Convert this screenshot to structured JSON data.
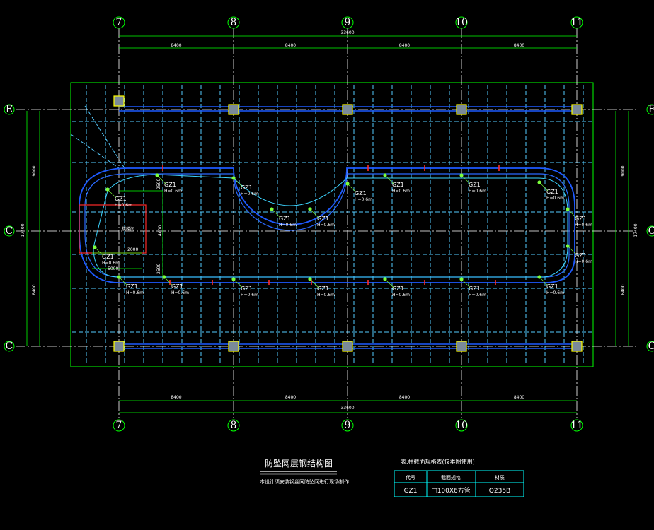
{
  "drawing": {
    "title": "防坠网层钢结构图",
    "note": "本设计须安装钢丝网防坠网进行现场制作",
    "total_dim": "33600",
    "bay_dim": "8400"
  },
  "axes_x": [
    "7",
    "8",
    "9",
    "10",
    "11"
  ],
  "axes_y": [
    "E",
    "C",
    "C"
  ],
  "left_dims": {
    "total": "17400",
    "top": "9000",
    "bottom": "8400"
  },
  "right_dims": {
    "total": "17400",
    "top": "9000",
    "bottom": "8400"
  },
  "inset_dims": {
    "a": "2500",
    "b": "4000",
    "c": "2500",
    "d": "2000",
    "e": "5000"
  },
  "inset_label": "楼梯间",
  "member_label": "GZ1",
  "member_height": "H=0.6m",
  "table": {
    "title": "表.柱截面规格表(仅本图使用)",
    "headers": [
      "代号",
      "截面规格",
      "材质"
    ],
    "rows": [
      [
        "GZ1",
        "□100X6方管",
        "Q235B"
      ]
    ]
  },
  "colors": {
    "axis": "#00ff00",
    "grid": "#ffffff",
    "beam": "#1e5aff",
    "secondary": "#55ccff",
    "red": "#ff2a2a",
    "col": "#ffff00",
    "table": "#00ffff"
  }
}
